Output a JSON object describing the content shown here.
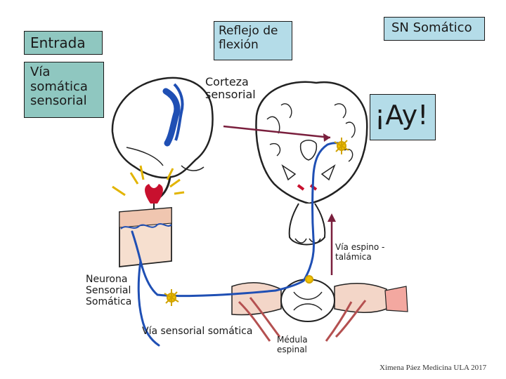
{
  "labels": {
    "entrada": "Entrada",
    "via_somatica": "Vía somática sensorial",
    "reflejo": "Reflejo de flexión",
    "sn_somatico": "SN Somático",
    "corteza": "Corteza sensorial",
    "ay": "¡Ay!",
    "via_espino": "Vía espino - talámica",
    "neurona": "Neurona Sensorial Somática",
    "via_sensorial": "Vía sensorial somática",
    "medula": "Médula espinal",
    "credit": "Ximena Páez Medicina ULA 2017"
  },
  "colors": {
    "teal_box": "#8fc7c0",
    "light_blue_box": "#b4dce8",
    "nerve_pathway": "#1f4fb4",
    "stimulus": "#c8102e",
    "neuron_body": "#f2c200"
  }
}
